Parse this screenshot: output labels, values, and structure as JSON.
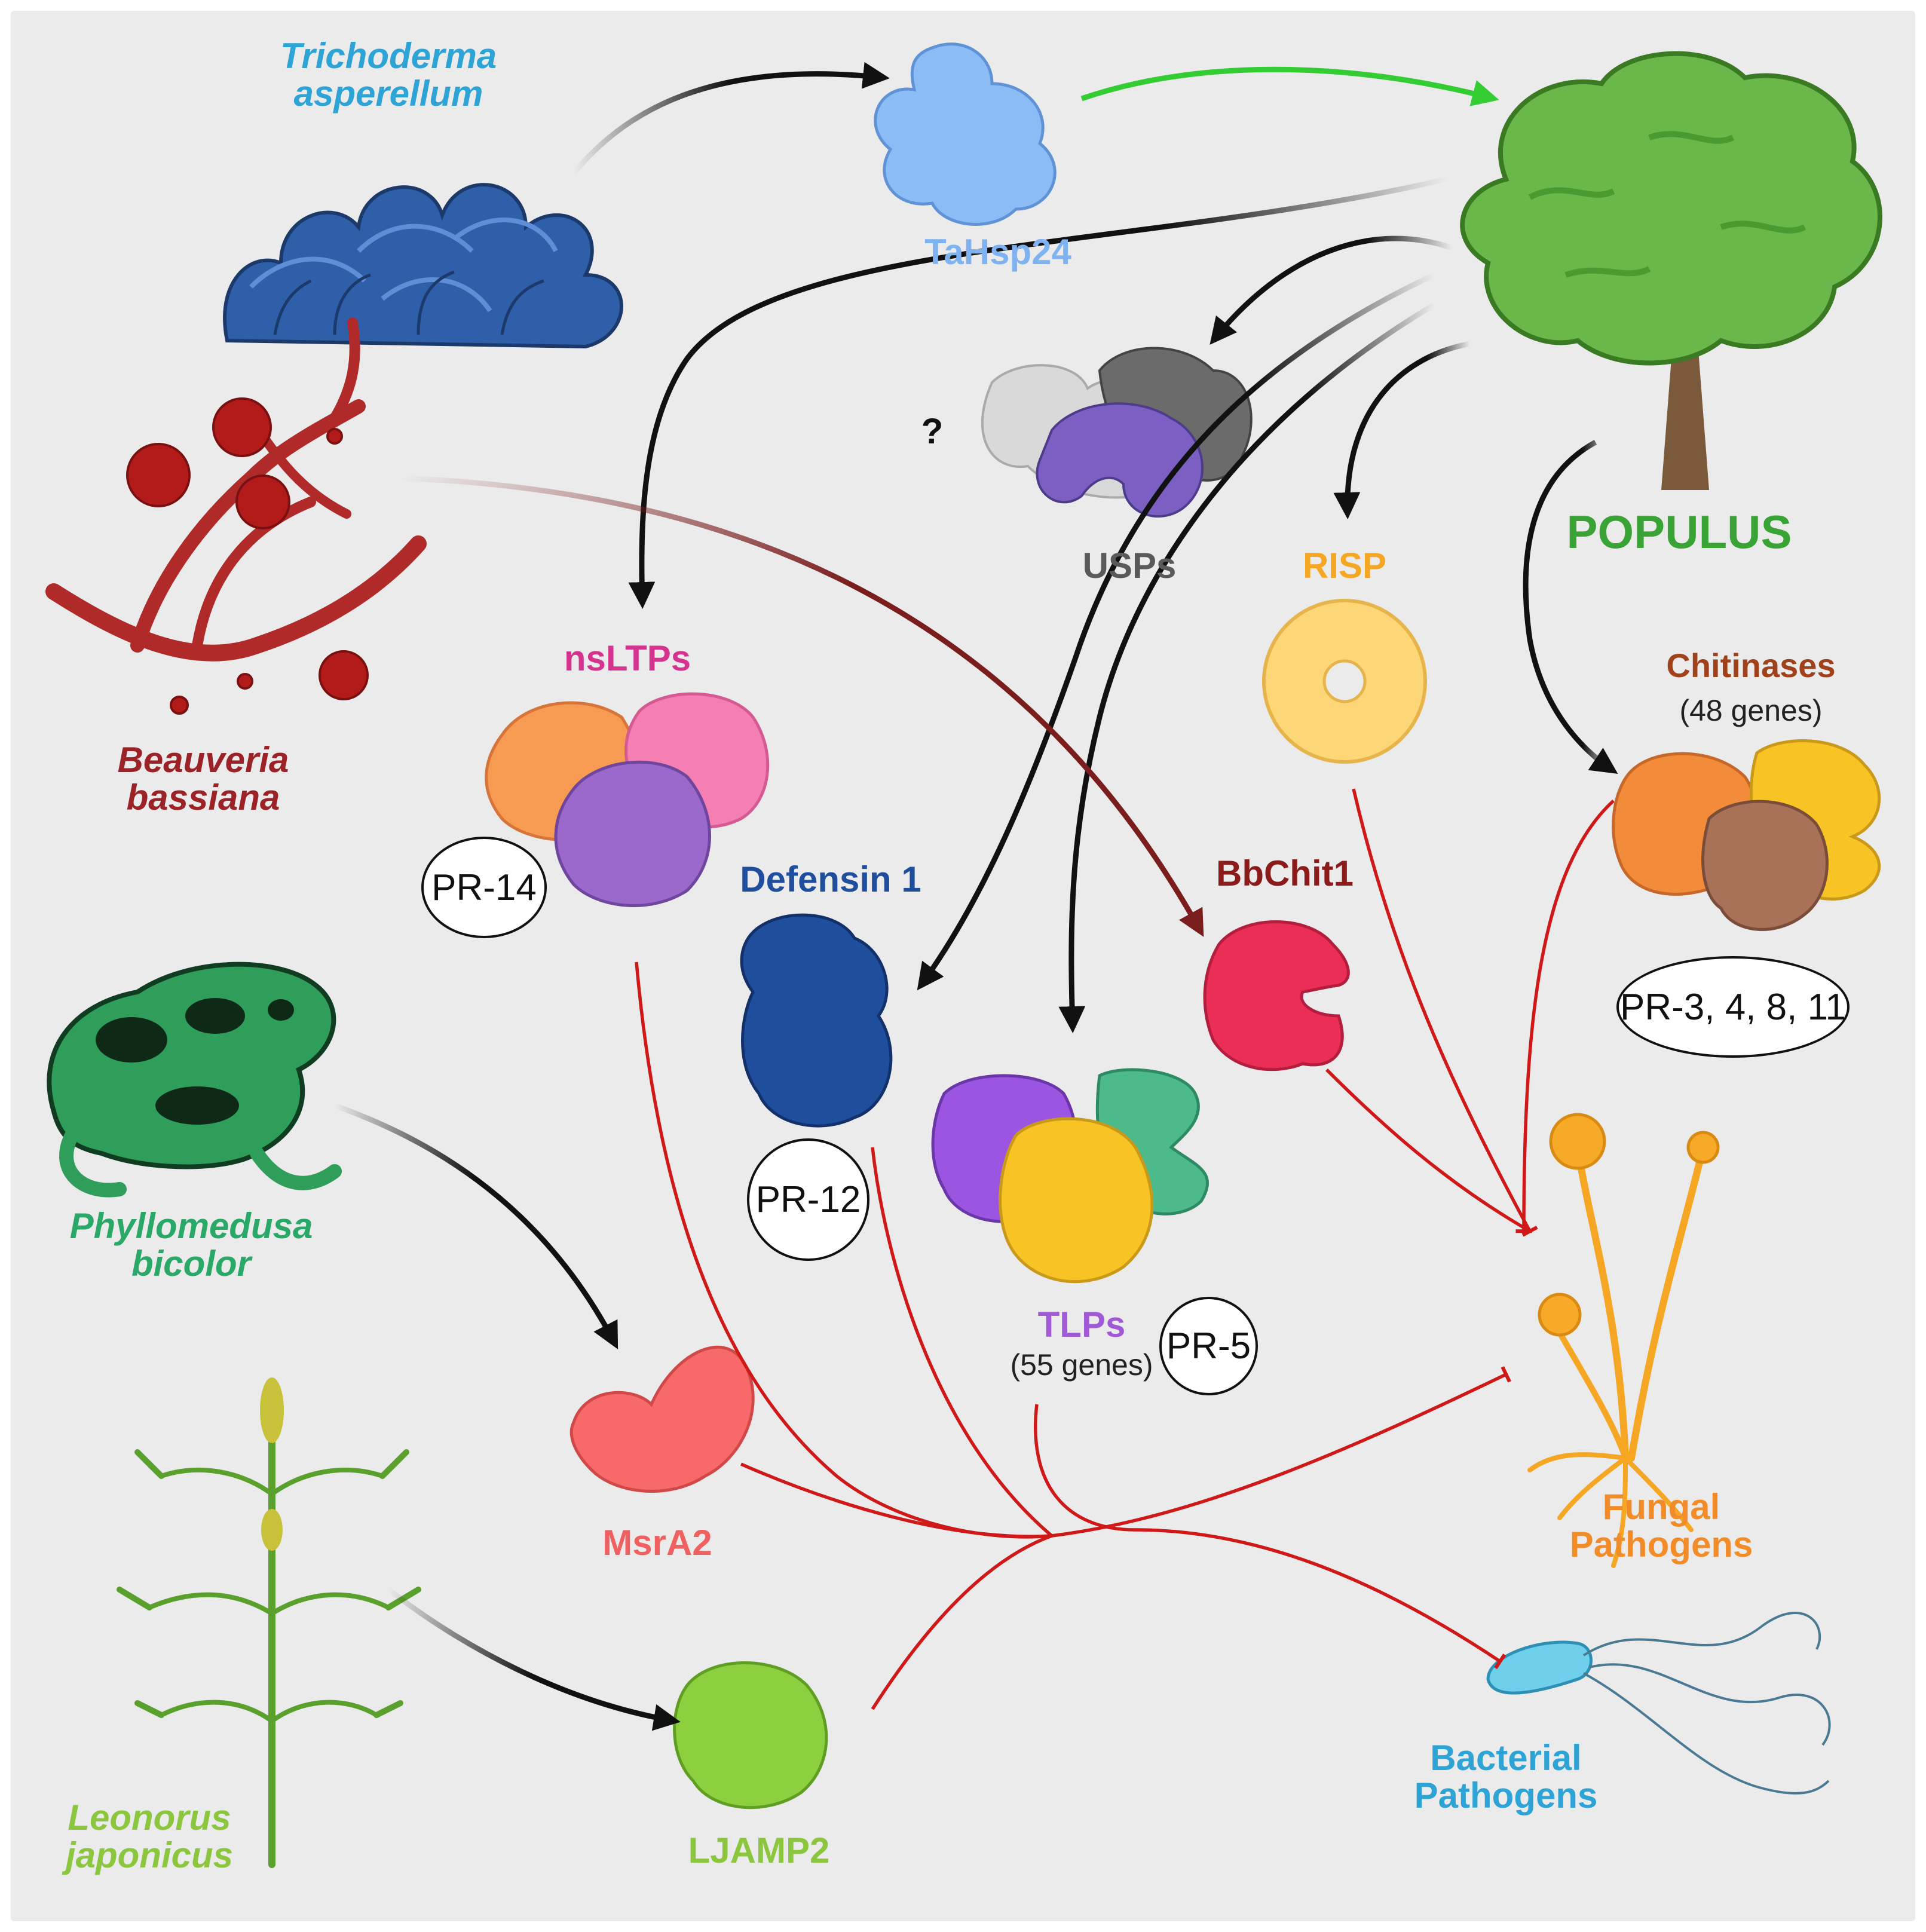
{
  "sources": {
    "trichoderma": "Trichoderma asperellum",
    "beauveria": "Beauveria bassiana",
    "phyllomedusa": "Phyllomedusa bicolor",
    "leonorus": "Leonorus japonicus"
  },
  "host": {
    "label": "POPULUS"
  },
  "proteins": {
    "tahsp24": "TaHsp24",
    "usps": "USPs",
    "usps_question": "?",
    "risp": "RISP",
    "nsltps": "nsLTPs",
    "nsltps_pr": "PR-14",
    "defensin": "Defensin 1",
    "defensin_pr": "PR-12",
    "bbchit1": "BbChit1",
    "chitinases": "Chitinases",
    "chitinases_genes": "(48 genes)",
    "chitinases_pr": "PR-3, 4, 8, 11",
    "tlps": "TLPs",
    "tlps_genes": "(55 genes)",
    "tlps_pr": "PR-5",
    "msra2": "MsrA2",
    "ljamp2": "LJAMP2"
  },
  "targets": {
    "fungal": "Fungal Pathogens",
    "bacterial": "Bacterial Pathogens"
  },
  "colors": {
    "background": "#ebebeb",
    "trichoderma": "#2ea3d6",
    "beauveria": "#9b2226",
    "phyllomedusa": "#2aa867",
    "leonorus": "#8cc63f",
    "populus": "#3aa335",
    "tahsp24": "#7fb2f0",
    "usps": "#5a5a5a",
    "risp": "#f5a623",
    "nsltps": "#d6338f",
    "defensin": "#1f4e9c",
    "bbchit1": "#8b1a1a",
    "chitinases": "#a0411c",
    "tlps": "#a05ad6",
    "msra2": "#f06060",
    "ljamp2": "#8cc63f",
    "fungal": "#f28c28",
    "bacterial": "#2ea3d6",
    "inhibition": "#d01818",
    "activation": "#111111",
    "tahsp24_to_populus": "#33cc33"
  }
}
